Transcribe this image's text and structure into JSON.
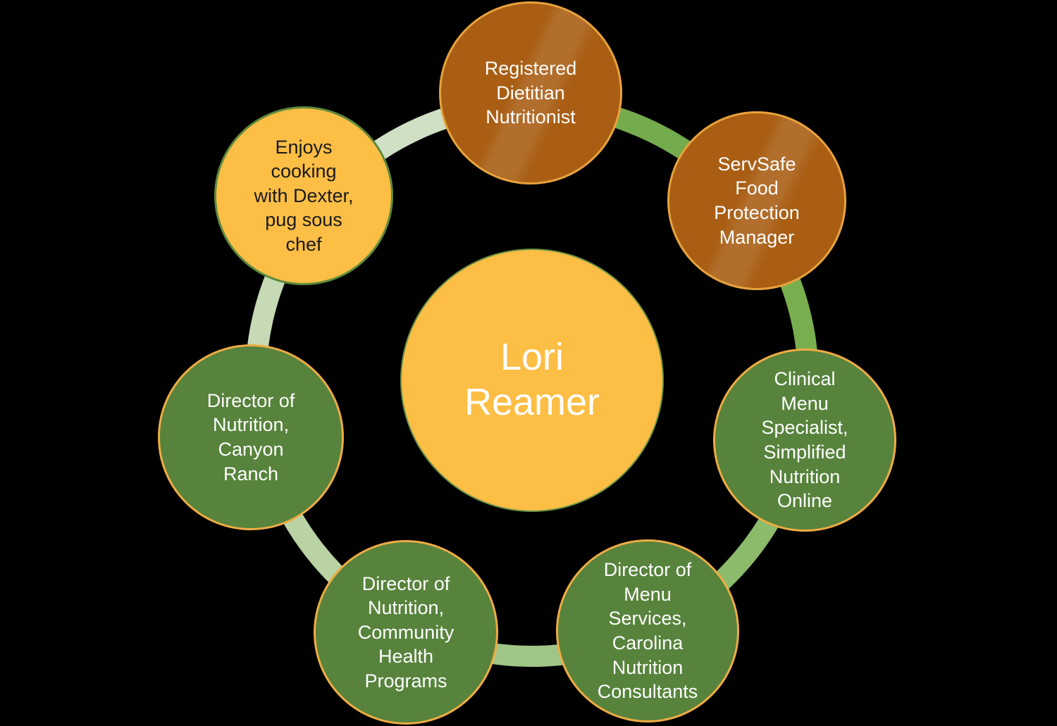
{
  "diagram": {
    "background_color": "#000000",
    "center": {
      "label": "Lori\nReamer",
      "fill": "#fcbe45",
      "border": "#6a9147",
      "text_color": "#ffffff"
    },
    "nodes": [
      {
        "id": "registered-dietitian-nutritionist",
        "label": "Registered\nDietitian\nNutritionist",
        "fill": "#a95e14",
        "border": "#e8a33c",
        "text_color": "#ffffff"
      },
      {
        "id": "servsafe-food-protection-manager",
        "label": "ServSafe\nFood\nProtection\nManager",
        "fill": "#a95e14",
        "border": "#e8a33c",
        "text_color": "#ffffff"
      },
      {
        "id": "clinical-menu-specialist",
        "label": "Clinical\nMenu\nSpecialist,\nSimplified\nNutrition\nOnline",
        "fill": "#57833c",
        "border": "#efac44",
        "text_color": "#ffffff"
      },
      {
        "id": "director-of-menu-services",
        "label": "Director of\nMenu\nServices,\nCarolina\nNutrition\nConsultants",
        "fill": "#57833c",
        "border": "#efac44",
        "text_color": "#ffffff"
      },
      {
        "id": "director-of-nutrition-community",
        "label": "Director of\nNutrition,\nCommunity\nHealth\nPrograms",
        "fill": "#57833c",
        "border": "#efac44",
        "text_color": "#ffffff"
      },
      {
        "id": "director-of-nutrition-canyon-ranch",
        "label": "Director of\nNutrition,\nCanyon\nRanch",
        "fill": "#57833c",
        "border": "#efac44",
        "text_color": "#ffffff"
      },
      {
        "id": "enjoys-cooking-with-dexter",
        "label": "Enjoys\ncooking\nwith Dexter,\npug sous\nchef",
        "fill": "#fcbe45",
        "border": "#5e8a3c",
        "text_color": "#1a1a1a"
      }
    ],
    "ring_colors": {
      "seg0": "#74ab4d",
      "seg1": "#79ae4f",
      "seg2": "#8cbb6c",
      "seg3": "#9fc687",
      "seg4": "#b9d3a4",
      "seg5": "#c6dab5",
      "seg6": "#cfe0c4"
    }
  }
}
